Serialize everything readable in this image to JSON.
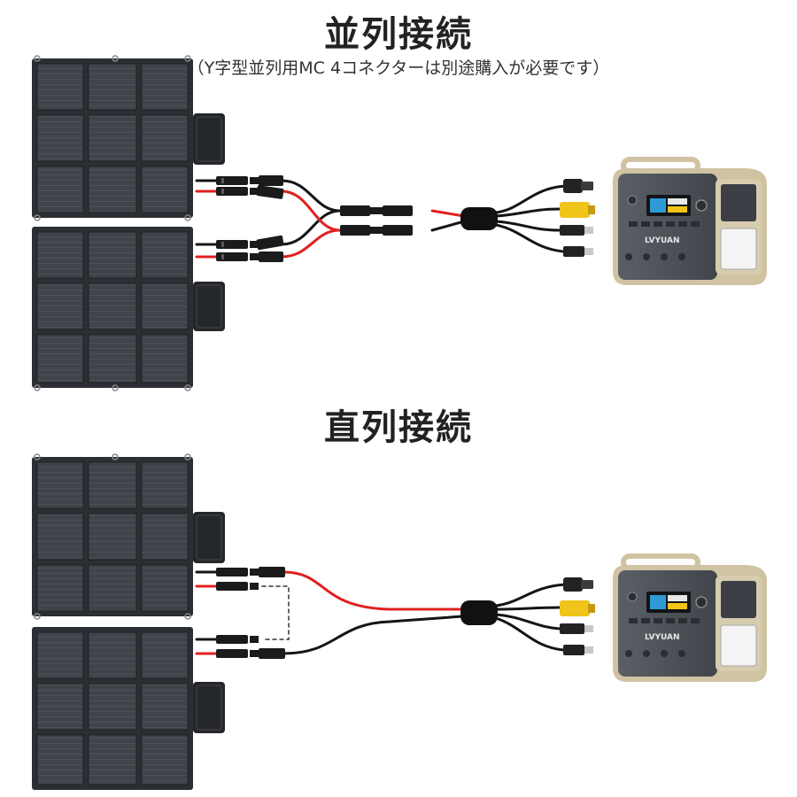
{
  "parallel": {
    "title": "並列接続",
    "note": "（Y字型並列用MC 4コネクターは別途購入が必要です）"
  },
  "series": {
    "title": "直列接続"
  },
  "power_station": {
    "brand": "LVYUAN"
  },
  "colors": {
    "panel": "#33363b",
    "panel_cell": "#40444a",
    "pouch": "#25272a",
    "cable_black": "#151515",
    "cable_red": "#e02020",
    "station_body": "#4d5259",
    "station_frame": "#cfc3a2",
    "screen": "#121416"
  }
}
